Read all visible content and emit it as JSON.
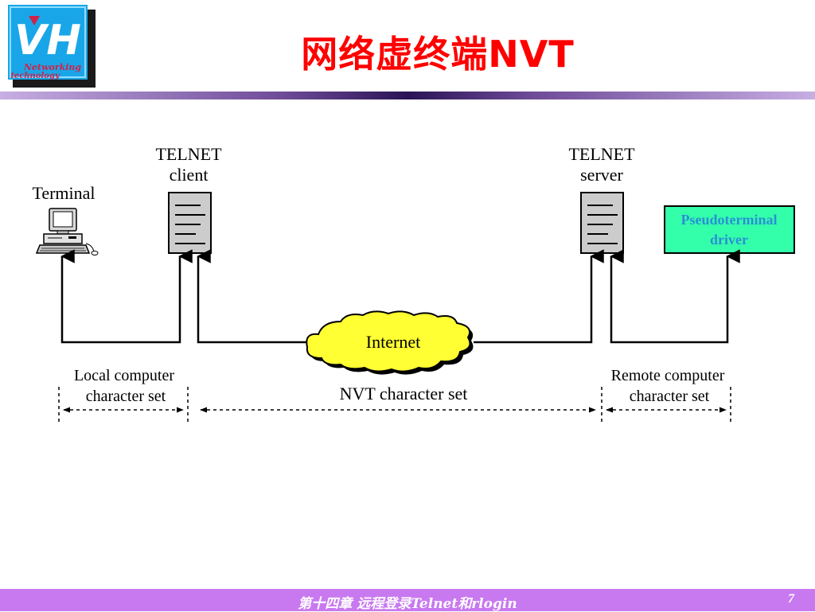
{
  "header": {
    "title": "网络虚终端NVT",
    "logo": {
      "monogram": "VH",
      "subtitle_line1": "Networking",
      "subtitle_line2": "technology"
    }
  },
  "diagram": {
    "terminal_label": "Terminal",
    "client_label_line1": "TELNET",
    "client_label_line2": "client",
    "server_label_line1": "TELNET",
    "server_label_line2": "server",
    "driver_label_line1": "Pseudoterminal",
    "driver_label_line2": "driver",
    "cloud_label": "Internet",
    "local_label_line1": "Local  computer",
    "local_label_line2": "character set",
    "nvt_label": "NVT character set",
    "remote_label_line1": "Remote computer",
    "remote_label_line2": "character set",
    "colors": {
      "cloud_fill": "#ffff33",
      "driver_fill": "#33ffaa",
      "driver_text": "#2a8fd6",
      "server_box": "#cccccc"
    }
  },
  "footer": {
    "chapter_text": "第十四章   远程登录Telnet和rlogin",
    "page_number": "7"
  }
}
